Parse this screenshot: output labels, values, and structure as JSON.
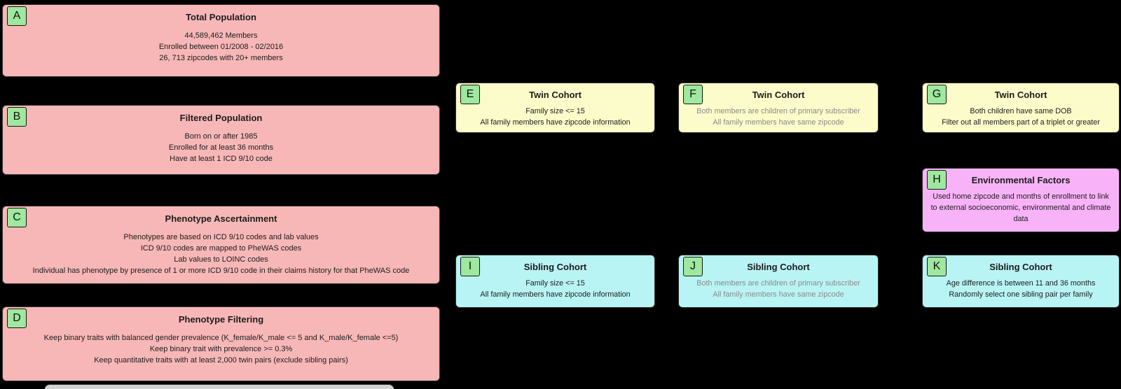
{
  "palette": {
    "background": "#000000",
    "pink_node": "#f8b7b7",
    "yellow_node": "#fcfcca",
    "cyan_node": "#b9f4f4",
    "magenta_node": "#f8b3f8",
    "badge_green": "#9fe89f",
    "text": "#1c1c1c",
    "muted_text": "#8a8a8a"
  },
  "boxes": {
    "a": {
      "letter": "A",
      "title": "Total Population",
      "lines": [
        "44,589,462 Members",
        "Enrolled between 01/2008 - 02/2016",
        "26, 713 zipcodes with 20+ members"
      ]
    },
    "b": {
      "letter": "B",
      "title": "Filtered Population",
      "lines": [
        "Born on or after 1985",
        "Enrolled for at least 36 months",
        "Have at least 1 ICD 9/10 code"
      ]
    },
    "c": {
      "letter": "C",
      "title": "Phenotype Ascertainment",
      "lines": [
        "Phenotypes are based on ICD 9/10 codes and lab values",
        "ICD 9/10 codes are mapped to PheWAS codes",
        "Lab values to LOINC codes",
        "Individual has phenotype by presence of 1 or more ICD 9/10 code in their claims history for that PheWAS code"
      ]
    },
    "d": {
      "letter": "D",
      "title": "Phenotype Filtering",
      "lines": [
        "Keep binary traits with balanced gender prevalence (K_female/K_male <= 5 and K_male/K_female <=5)",
        "Keep binary trait with prevalence >= 0.3%",
        "Keep quantitative traits with at least 2,000 twin pairs (exclude sibling pairs)"
      ]
    },
    "e": {
      "letter": "E",
      "title": "Twin Cohort",
      "lines": [
        "Family size <= 15",
        "All family members have zipcode information"
      ]
    },
    "f": {
      "letter": "F",
      "title": "Twin Cohort",
      "lines": [
        "Both members are children of primary subscriber",
        "All family members have same zipcode"
      ]
    },
    "g": {
      "letter": "G",
      "title": "Twin Cohort",
      "lines": [
        "Both children have same DOB",
        "Filter out all members part of a triplet or greater"
      ]
    },
    "h": {
      "letter": "H",
      "title": "Environmental Factors",
      "lines": [
        "Used home zipcode and months of enrollment to link to external socioeconomic, environmental and climate data"
      ]
    },
    "i": {
      "letter": "I",
      "title": "Sibling Cohort",
      "lines": [
        "Family size <= 15",
        "All family members have zipcode information"
      ]
    },
    "j": {
      "letter": "J",
      "title": "Sibling Cohort",
      "lines": [
        "Both members are children of primary subscriber",
        "All family members have same zipcode"
      ]
    },
    "k": {
      "letter": "K",
      "title": "Sibling Cohort",
      "lines": [
        "Age difference is between 11 and 36 months",
        "Randomly select one sibling pair per family"
      ]
    }
  }
}
